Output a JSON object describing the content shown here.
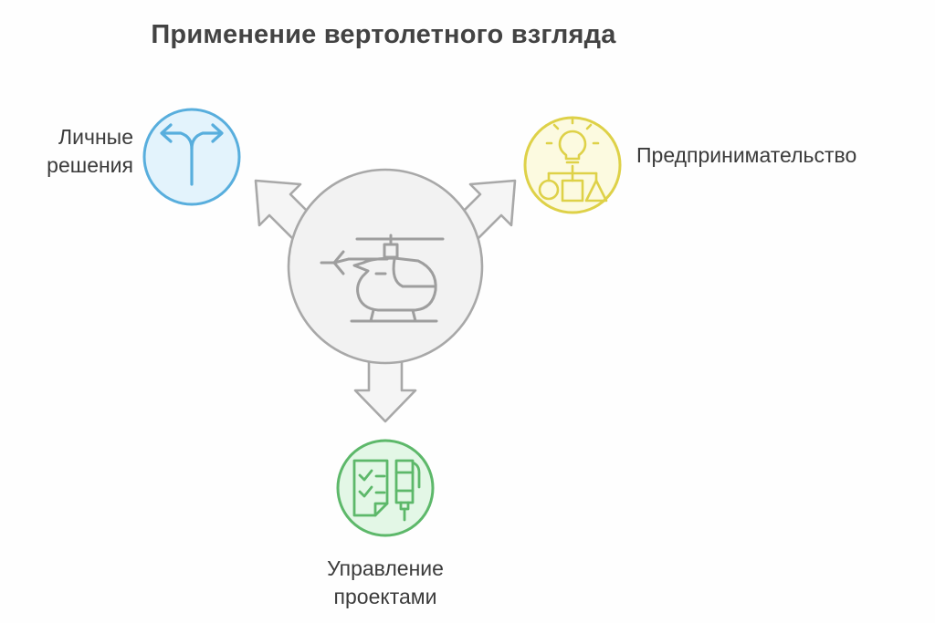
{
  "title": "Применение вертолетного взгляда",
  "center": {
    "icon": "helicopter-icon",
    "fill": "#f2f2f2",
    "stroke": "#a8a8a8"
  },
  "arrows": {
    "fill": "#f5f5f5",
    "stroke": "#a8a8a8",
    "directions": [
      "up-left",
      "up-right",
      "down"
    ]
  },
  "nodes": [
    {
      "id": "personal-decisions",
      "label": "Личные\nрешения",
      "icon": "fork-arrows-icon",
      "stroke": "#58aedd",
      "fill": "#e3f3fc"
    },
    {
      "id": "entrepreneurship",
      "label": "Предпринимательство",
      "icon": "idea-structure-icon",
      "stroke": "#ded148",
      "fill": "#fcfae0"
    },
    {
      "id": "project-management",
      "label": "Управление\nпроектами",
      "icon": "checklist-pen-icon",
      "stroke": "#5db86a",
      "fill": "#e3f7e6"
    }
  ],
  "colors": {
    "background": "#fefefe",
    "title_text": "#434343",
    "label_text": "#3b3b3b"
  }
}
